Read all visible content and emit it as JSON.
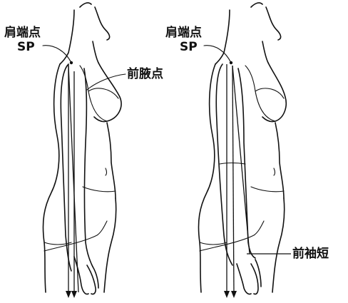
{
  "figures": [
    {
      "id": "left",
      "labels": {
        "shoulder_point": "肩端点",
        "shoulder_point_code": "SP",
        "front_armpit_point": "前腋点"
      }
    },
    {
      "id": "right",
      "labels": {
        "shoulder_point": "肩端点",
        "shoulder_point_code": "SP",
        "front_sleeve_length": "前袖短"
      }
    }
  ]
}
